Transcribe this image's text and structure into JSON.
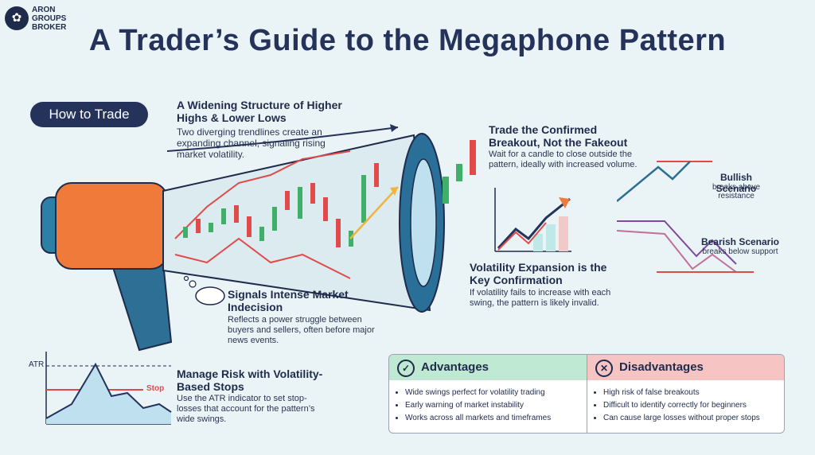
{
  "brand": {
    "line1": "ARON",
    "line2": "GROUPS",
    "line3": "BROKER"
  },
  "title": "A Trader’s Guide to the Megaphone Pattern",
  "how_to": "How to Trade",
  "sections": {
    "structure": {
      "heading": "A Widening Structure of Higher Highs & Lower Lows",
      "body": "Two diverging trendlines create an expanding channel, signaling rising market volatility."
    },
    "breakout": {
      "heading": "Trade the Confirmed Breakout, Not the Fakeout",
      "body": "Wait for a candle to close outside the pattern, ideally with increased volume."
    },
    "indecision": {
      "heading": "Signals Intense Market Indecision",
      "body": "Reflects a power struggle between buyers and sellers, often before major news events."
    },
    "volatility": {
      "heading": "Volatility Expansion is the Key Confirmation",
      "body": "If volatility fails to increase with each swing, the pattern is likely invalid."
    },
    "risk": {
      "heading": "Manage Risk with Volatility-Based Stops",
      "body": "Use the ATR indicator to set stop-losses that account for the pattern’s wide swings."
    }
  },
  "scenarios": {
    "bullish": {
      "title": "Bullish Scenario",
      "desc": "breaks above resistance"
    },
    "bearish": {
      "title": "Bearish Scenario",
      "desc": "breaks below support"
    }
  },
  "atr_chart": {
    "atr_label": "ATR",
    "stop_label": "Stop"
  },
  "advantages": {
    "title": "Advantages",
    "items": [
      "Wide swings perfect for volatility trading",
      "Early warning of market instability",
      "Works across all markets and timeframes"
    ]
  },
  "disadvantages": {
    "title": "Disadvantages",
    "items": [
      "High risk of false breakouts",
      "Difficult to identify correctly for beginners",
      "Can cause large losses without proper stops"
    ]
  },
  "colors": {
    "navy": "#25335a",
    "orange": "#f07a3a",
    "teal": "#3d8fb0",
    "green": "#3fb06a",
    "red": "#e04a4a",
    "adv_bg": "#bfe9d2",
    "dis_bg": "#f7c4c4"
  }
}
